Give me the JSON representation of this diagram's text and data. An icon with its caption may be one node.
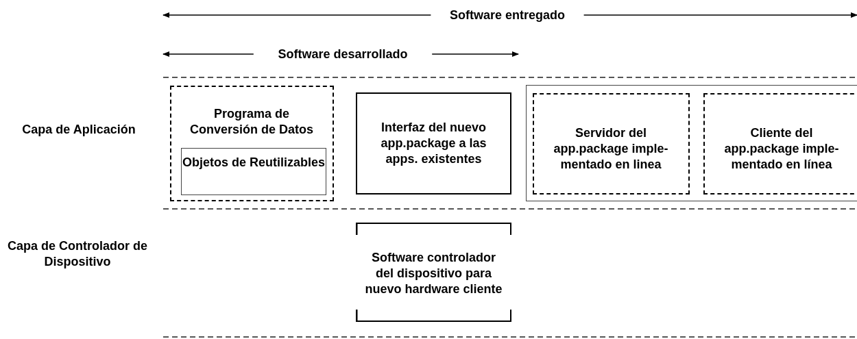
{
  "diagram": {
    "nodes": [
      {
        "text": [
          "Capa de Aplicación"
        ]
      },
      {
        "text": [
          "Programa de Conversión de Datos"
        ],
        "in": 0
      },
      {
        "text": [
          "Objetos de Reutilizables"
        ],
        "in": 1
      },
      {
        "text": [
          "Interfaz del nuevo app.package a las apps. existentes"
        ],
        "in": 0
      },
      {
        "text": [],
        "shape": "box",
        "in": 0
      },
      {
        "text": [
          "Servidor del app.package imple- mentado en linea"
        ],
        "in": 4
      },
      {
        "text": [
          "Cliente del app.package imple- mentado en línea"
        ],
        "in": 4
      },
      {
        "text": [
          "Capa de Controlador de Dispositivo"
        ]
      },
      {
        "text": [
          "Software controlador del dispositivo para nuevo hardware cliente"
        ],
        "in": 7
      }
    ],
    "edges": [],
    "labels": [
      "Software entregado",
      "Software desarrollado"
    ]
  }
}
